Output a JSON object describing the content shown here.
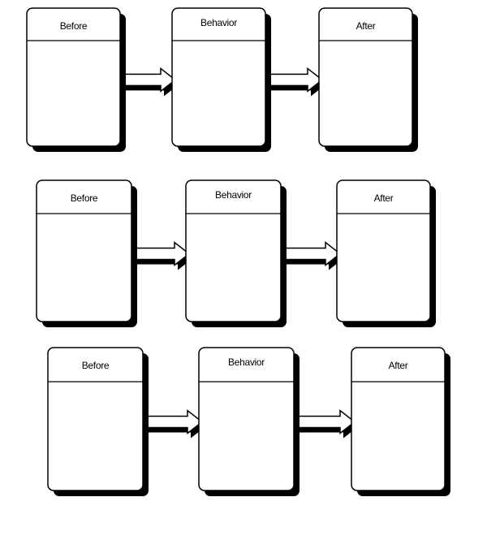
{
  "rows": [
    {
      "cards": [
        {
          "label": "Before"
        },
        {
          "label": "Behavior"
        },
        {
          "label": "After"
        }
      ]
    },
    {
      "cards": [
        {
          "label": "Before"
        },
        {
          "label": "Behavior"
        },
        {
          "label": "After"
        }
      ]
    },
    {
      "cards": [
        {
          "label": "Before"
        },
        {
          "label": "Behavior"
        },
        {
          "label": "After"
        }
      ]
    }
  ]
}
